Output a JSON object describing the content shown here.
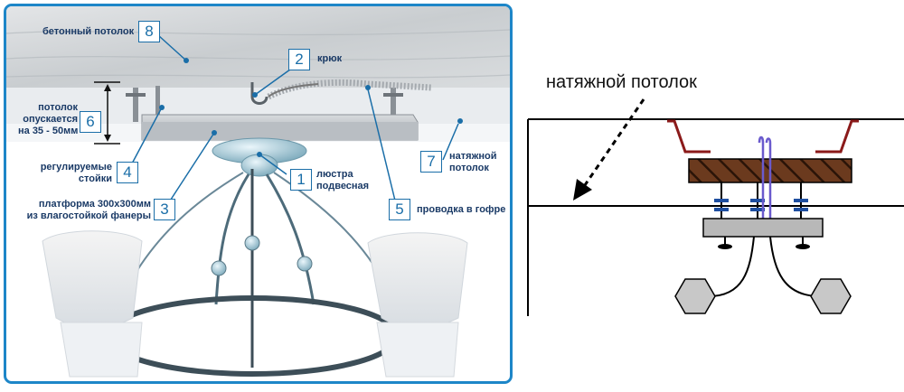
{
  "illustration": {
    "labels": {
      "concrete_ceiling": "бетонный потолок",
      "hook": "крюк",
      "ceiling_drop_line1": "потолок",
      "ceiling_drop_line2": "опускается",
      "ceiling_drop_line3": "на 35 - 50мм",
      "adjustable_posts_line1": "регулируемые",
      "adjustable_posts_line2": "стойки",
      "chandelier_line1": "люстра",
      "chandelier_line2": "подвесная",
      "stretch_ceiling_line1": "натяжной",
      "stretch_ceiling_line2": "потолок",
      "platform_line1": "платформа 300x300мм",
      "platform_line2": "из влагостойкой фанеры",
      "wiring": "проводка в гофре"
    },
    "numbers": {
      "n1": "1",
      "n2": "2",
      "n3": "3",
      "n4": "4",
      "n5": "5",
      "n6": "6",
      "n7": "7",
      "n8": "8"
    },
    "colors": {
      "frame": "#1d86c8",
      "label_text": "#1a3a66",
      "number_box": "#1a6ea8",
      "concrete": "#cfd3d6",
      "plywood": "#c8ccd0"
    }
  },
  "schematic": {
    "label": "натяжной потолок",
    "colors": {
      "bracket": "#8b1a1a",
      "wood_block": "#6b3a1e",
      "wire": "#6a5acd",
      "base_plate": "#b8b8b8",
      "bolt": "#1f4fa0",
      "line": "#000000"
    }
  }
}
